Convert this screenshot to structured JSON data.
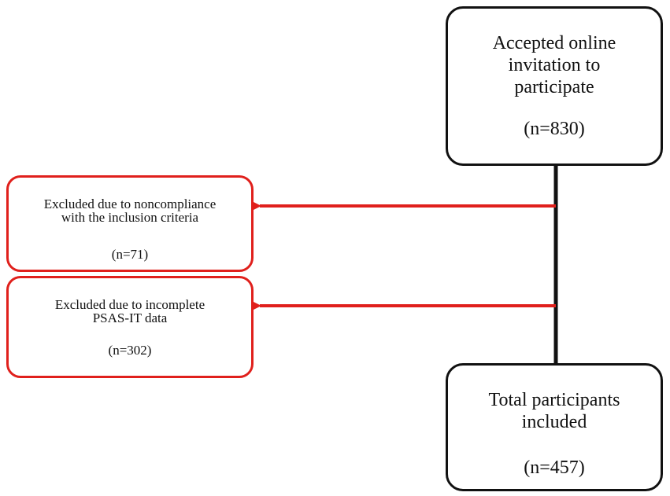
{
  "boxes": {
    "accepted": {
      "lines": [
        "Accepted online",
        "invitation to",
        "participate"
      ],
      "n": "(n=830)"
    },
    "excluded_noncompliance": {
      "lines": [
        "Excluded due to noncompliance",
        "with the inclusion criteria"
      ],
      "n": "(n=71)"
    },
    "excluded_incomplete": {
      "lines": [
        "Excluded due to incomplete",
        "PSAS-IT data"
      ],
      "n": "(n=302)"
    },
    "total": {
      "lines": [
        "Total participants",
        "included"
      ],
      "n": "(n=457)"
    }
  },
  "colors": {
    "box_border": "#111111",
    "excluded_border": "#e0201c",
    "arrow": "#e0201c",
    "line": "#111111"
  }
}
